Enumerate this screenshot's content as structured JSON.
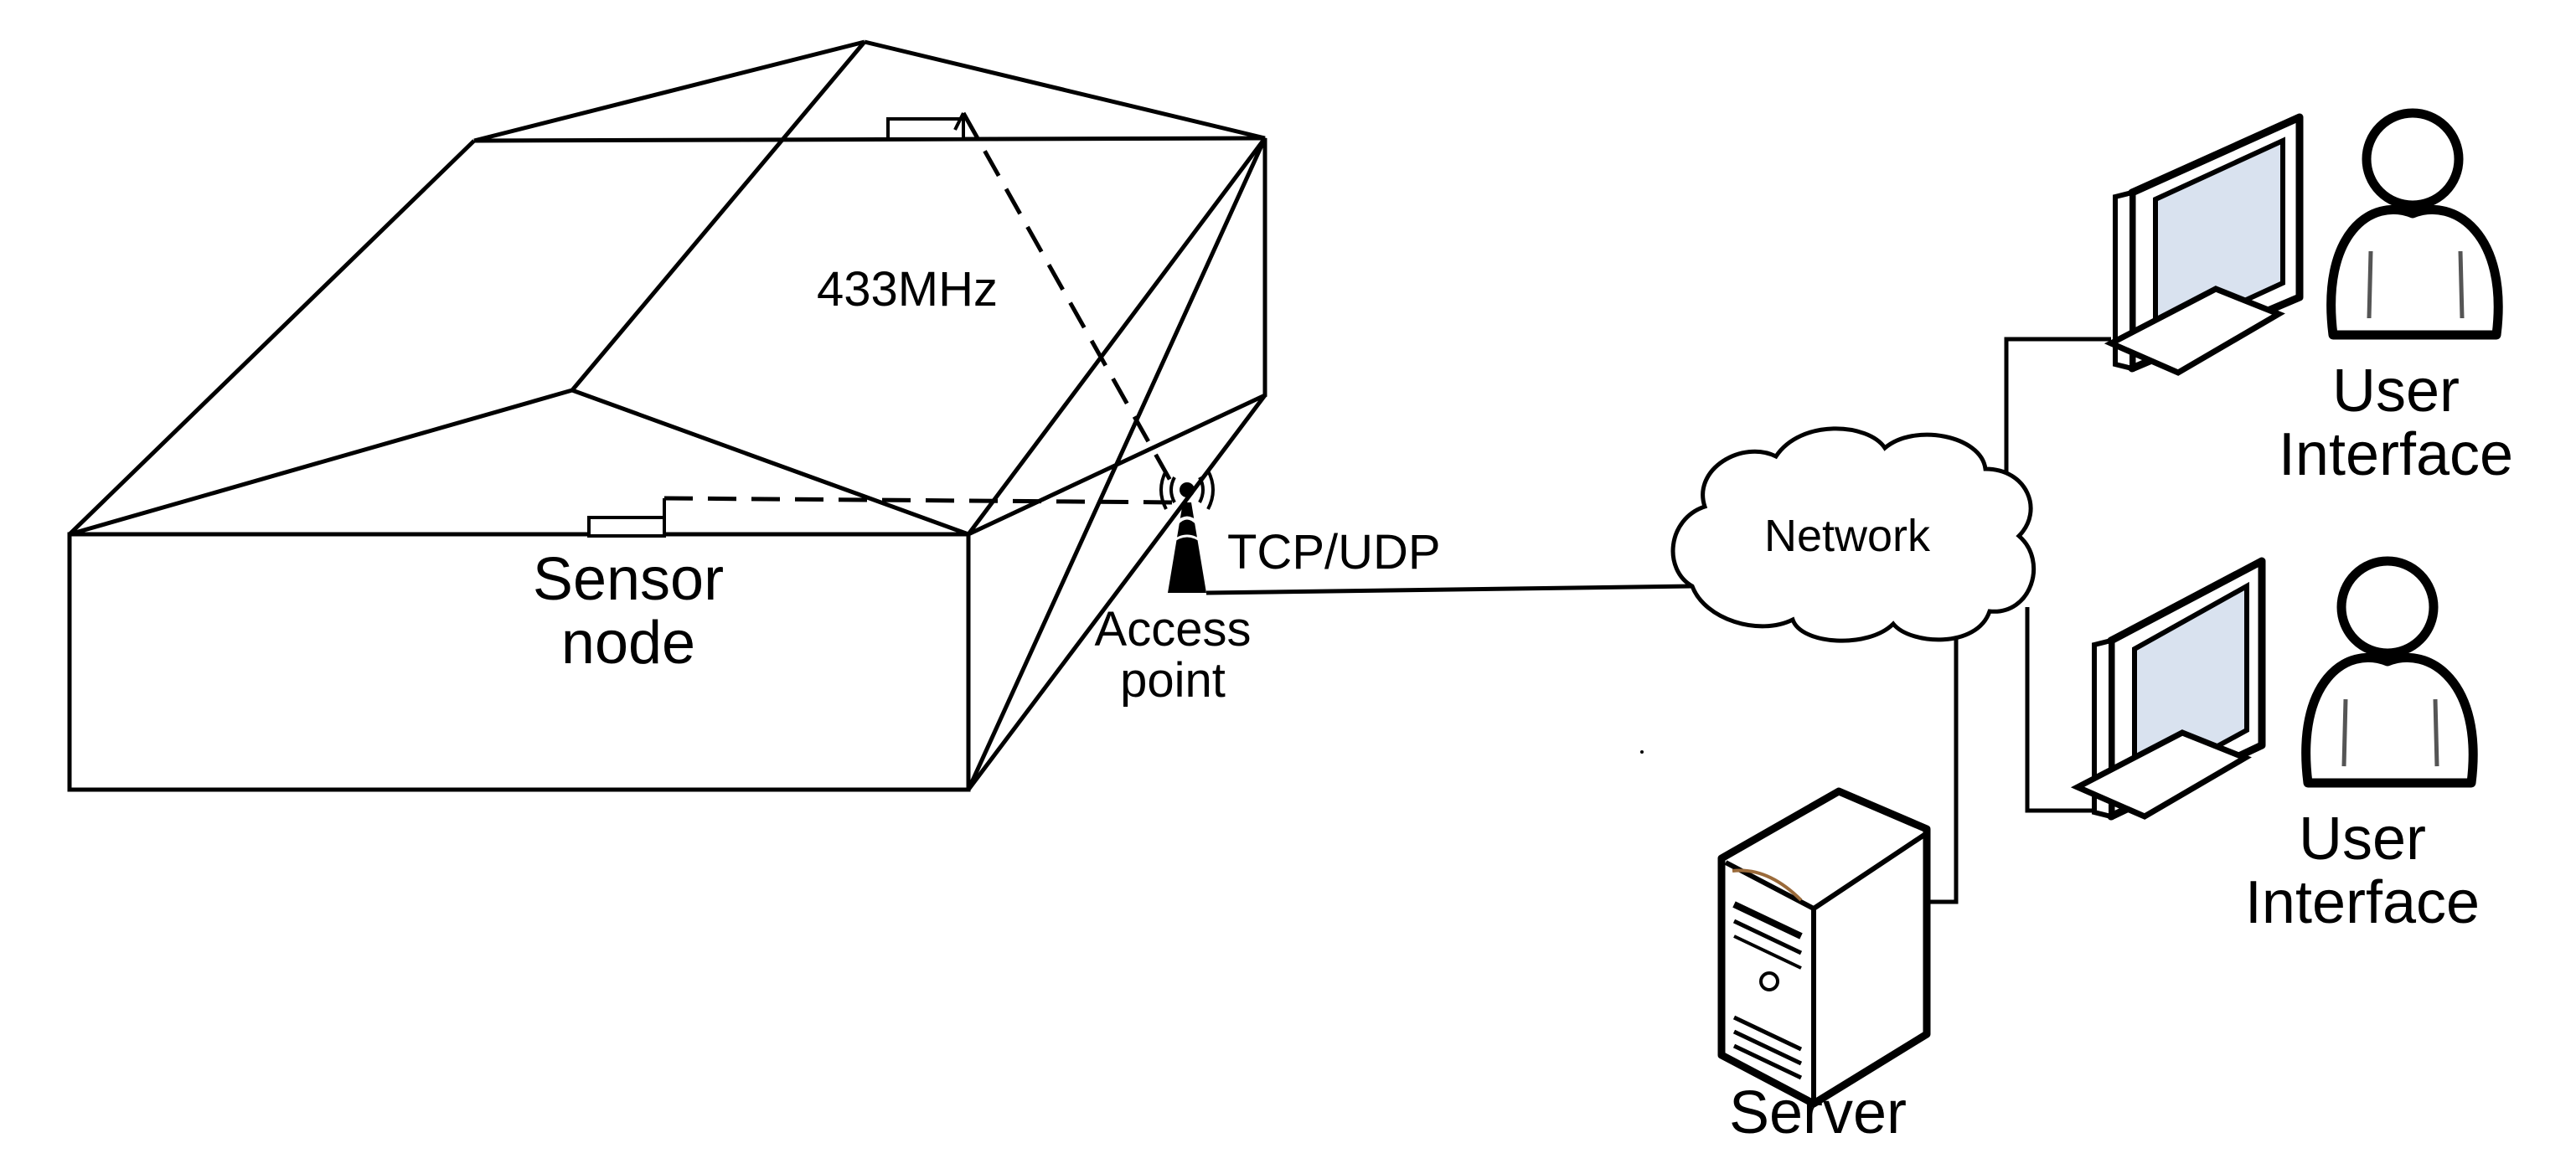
{
  "labels": {
    "frequency": "433MHz",
    "sensor_node": [
      "Sensor",
      "node"
    ],
    "access_point": [
      "Access",
      "point"
    ],
    "protocol": "TCP/UDP",
    "network": "Network",
    "server": "Server",
    "user_interface_1": [
      "User",
      "Interface"
    ],
    "user_interface_2": [
      "User",
      "Interface"
    ]
  },
  "icons": [
    "house-outline",
    "antenna-icon",
    "cloud-icon",
    "server-icon",
    "monitor-icon",
    "user-icon"
  ],
  "colors": {
    "line": "#000000",
    "screen": "#d9e2ef",
    "server_accent": "#9a6a3a"
  }
}
